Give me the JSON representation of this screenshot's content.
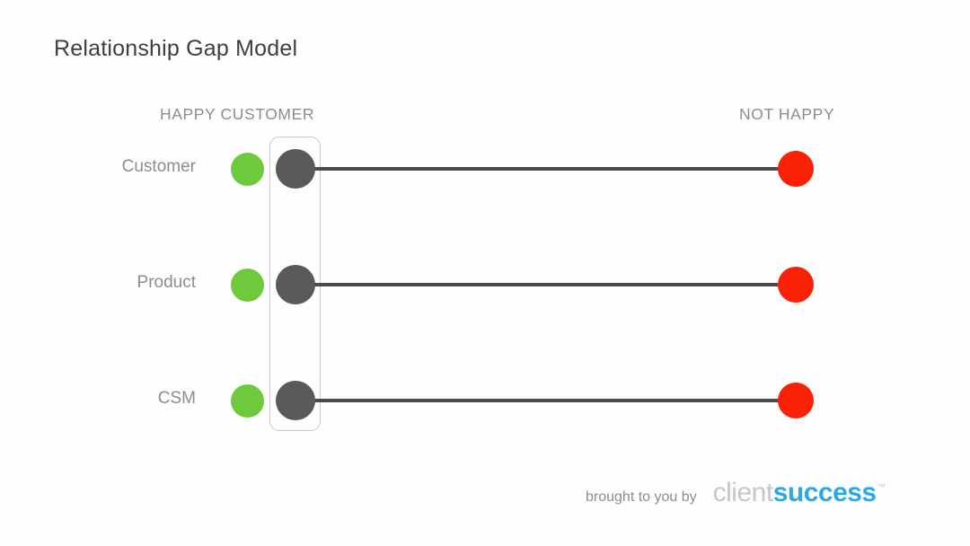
{
  "slide": {
    "title": "Relationship Gap Model",
    "background_color": "#fefefe"
  },
  "columns": {
    "left_header": "HAPPY CUSTOMER",
    "right_header": "NOT HAPPY"
  },
  "chart_data": {
    "type": "diagram",
    "title": "Relationship Gap Model",
    "xlabel": "",
    "ylabel": "",
    "categories": [
      "Customer",
      "Product",
      "CSM"
    ],
    "axis_headers": [
      "HAPPY CUSTOMER",
      "NOT HAPPY"
    ],
    "legend": [],
    "grid": false,
    "rows": [
      {
        "label": "Customer",
        "happy_marker_color": "#6ec93c",
        "internal_marker_color": "#5a5a5a",
        "not_happy_marker_color": "#fa2106",
        "connector_color": "#4a4a52"
      },
      {
        "label": "Product",
        "happy_marker_color": "#6ec93c",
        "internal_marker_color": "#5a5a5a",
        "not_happy_marker_color": "#fa2106",
        "connector_color": "#4a4a52"
      },
      {
        "label": "CSM",
        "happy_marker_color": "#6ec93c",
        "internal_marker_color": "#5a5a5a",
        "not_happy_marker_color": "#fa2106",
        "connector_color": "#4a4a52"
      }
    ],
    "highlight_box": {
      "border_color": "#c9c9c9",
      "encloses": "internal-perception-markers"
    }
  },
  "colors": {
    "green": "#6ec93c",
    "dark_gray": "#5a5a5a",
    "red": "#fa2106",
    "connector": "#4a4a52",
    "text_gray": "#8d8d8d",
    "title_gray": "#3f3f3f",
    "box_border": "#c9c9c9",
    "brand_blue": "#29abe2",
    "brand_light_gray": "#c5c7c9"
  },
  "footer": {
    "credit_text": "brought to you by",
    "logo_part1": "client",
    "logo_part2": "success",
    "logo_trademark": "™"
  }
}
